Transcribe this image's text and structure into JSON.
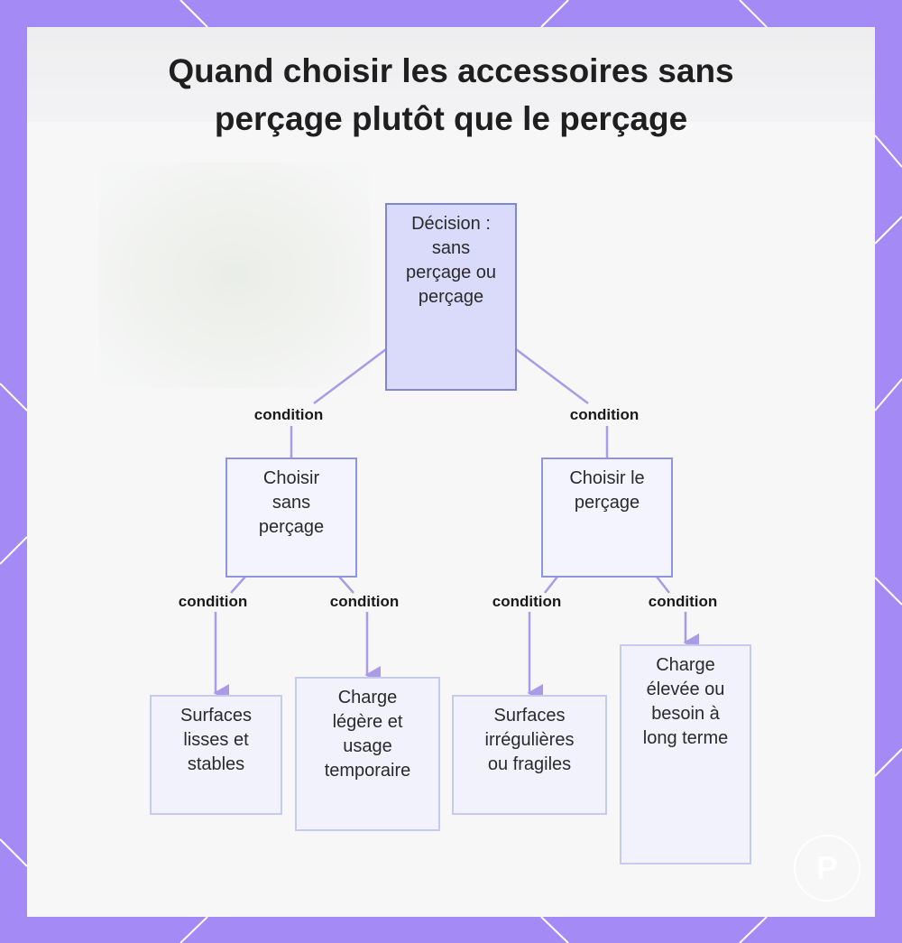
{
  "title": {
    "line1": "Quand choisir les accessoires sans",
    "line2": "perçage plutôt que le perçage"
  },
  "nodes": {
    "root": "Décision : sans perçage ou perçage",
    "no_drill": "Choisir sans perçage",
    "drill": "Choisir le perçage",
    "smooth_surfaces": "Surfaces lisses et stables",
    "light_load": "Charge légère et usage temporaire",
    "irregular_surfaces": "Surfaces irrégulières ou fragiles",
    "heavy_load": "Charge élevée ou besoin à long terme"
  },
  "edges": {
    "root_to_no_drill": "condition",
    "root_to_drill": "condition",
    "no_drill_to_smooth": "condition",
    "no_drill_to_light": "condition",
    "drill_to_irregular": "condition",
    "drill_to_heavy": "condition"
  },
  "colors": {
    "frame": "#a48af4",
    "edge": "#a99be6",
    "root_fill": "#dadbfb",
    "node_border": "#8e94e0"
  },
  "icons": {
    "watermark": "logo-badge-icon"
  }
}
